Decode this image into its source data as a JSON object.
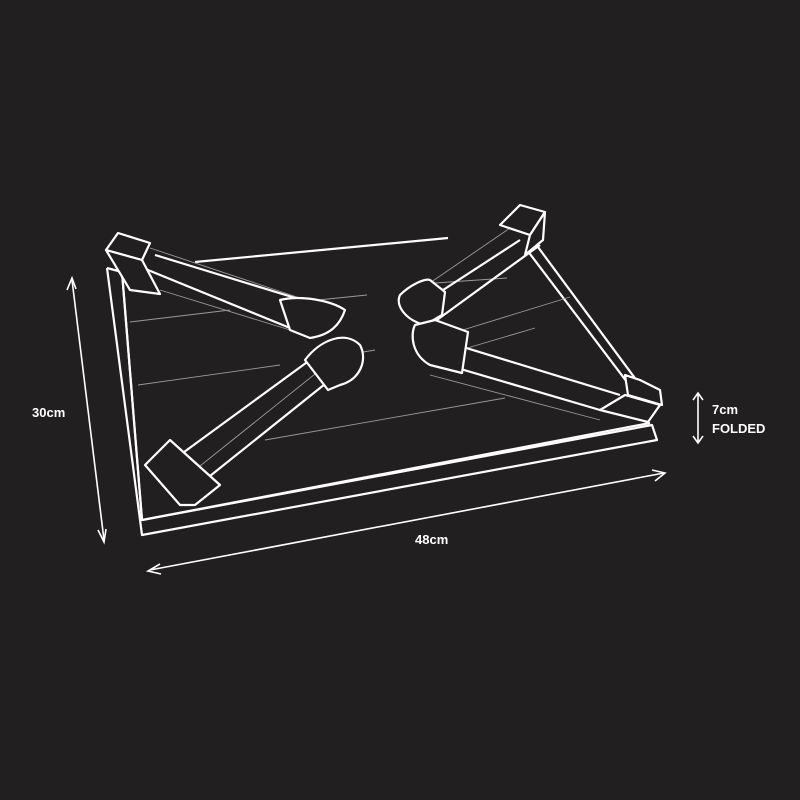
{
  "dimensions": {
    "height_label": "30cm",
    "width_label": "48cm",
    "folded_height_label": "7cm",
    "folded_caption": "FOLDED"
  },
  "colors": {
    "background": "#221f20",
    "line": "#ffffff",
    "thin_line": "#9a9a9a"
  }
}
